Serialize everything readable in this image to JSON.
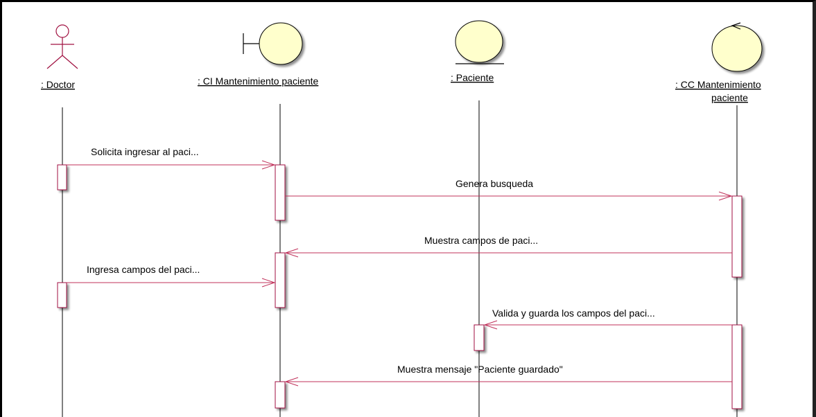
{
  "participants": [
    {
      "id": "doctor",
      "kind": "actor",
      "label": ": Doctor"
    },
    {
      "id": "ci",
      "kind": "boundary",
      "label": ": CI  Mantenimiento paciente"
    },
    {
      "id": "paciente",
      "kind": "entity",
      "label": ": Paciente"
    },
    {
      "id": "cc",
      "kind": "control",
      "label_line1": ": CC  Mantenimiento",
      "label_line2": "paciente"
    }
  ],
  "messages": [
    {
      "from": "doctor",
      "to": "ci",
      "text": "Solicita ingresar al paci..."
    },
    {
      "from": "ci",
      "to": "cc",
      "text": "Genera busqueda"
    },
    {
      "from": "cc",
      "to": "ci",
      "text": "Muestra campos de paci..."
    },
    {
      "from": "doctor",
      "to": "ci",
      "text": "Ingresa campos del paci..."
    },
    {
      "from": "cc",
      "to": "paciente",
      "text": "Valida y guarda los campos del paci..."
    },
    {
      "from": "cc",
      "to": "ci",
      "text": "Muestra mensaje \"Paciente guardado\""
    }
  ],
  "colors": {
    "lifeline": "#000000",
    "message": "#c0305a",
    "activation_border": "#a01040",
    "activation_fill": "#ffffff",
    "icon_fill": "#ffffcc",
    "icon_stroke": "#000000",
    "actor_stroke": "#a01040"
  }
}
